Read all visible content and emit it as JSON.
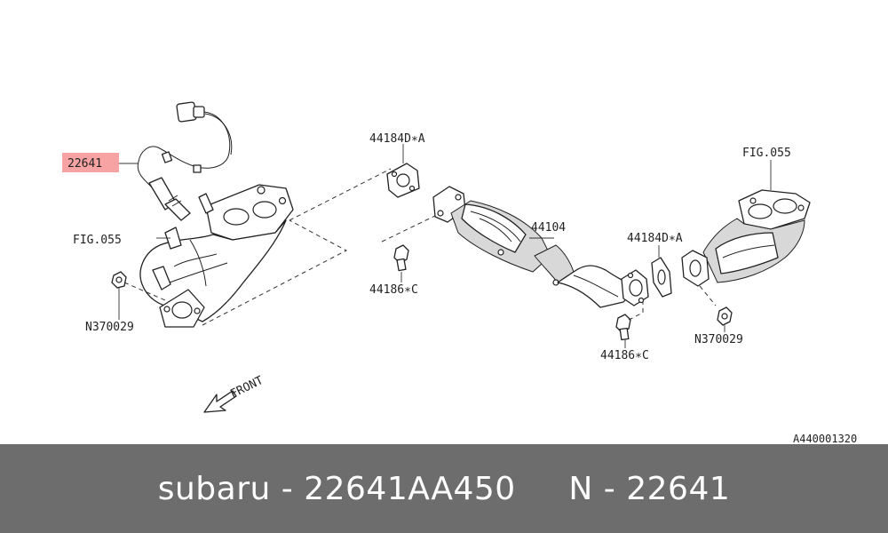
{
  "diagram": {
    "labels": {
      "sensor_part": "22641",
      "fig_left": "FIG.055",
      "nut_left": "N370029",
      "gasket_top": "44184D∗A",
      "bolt_left": "44186∗C",
      "pipe": "44104",
      "gasket_right": "44184D∗A",
      "bolt_right": "44186∗C",
      "fig_right": "FIG.055",
      "nut_right": "N370029",
      "front": "FRONT",
      "drawing_code": "A440001320"
    },
    "colors": {
      "highlight": "#f7a3a3",
      "bar": "#6d6d6d"
    }
  },
  "footer": {
    "caption": "subaru - 22641AA450     N - 22641"
  }
}
